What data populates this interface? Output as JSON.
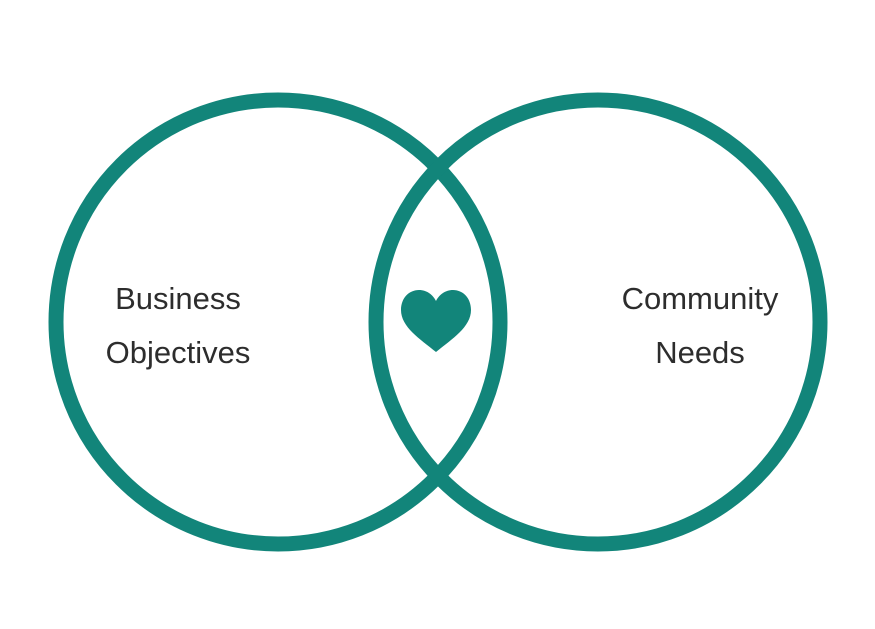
{
  "colors": {
    "accent": "#12857a",
    "text": "#2d2d2d",
    "background": "#ffffff"
  },
  "left_circle": {
    "label_line1": "Business",
    "label_line2": "Objectives"
  },
  "right_circle": {
    "label_line1": "Community",
    "label_line2": "Needs"
  },
  "center": {
    "icon": "heart-icon"
  }
}
